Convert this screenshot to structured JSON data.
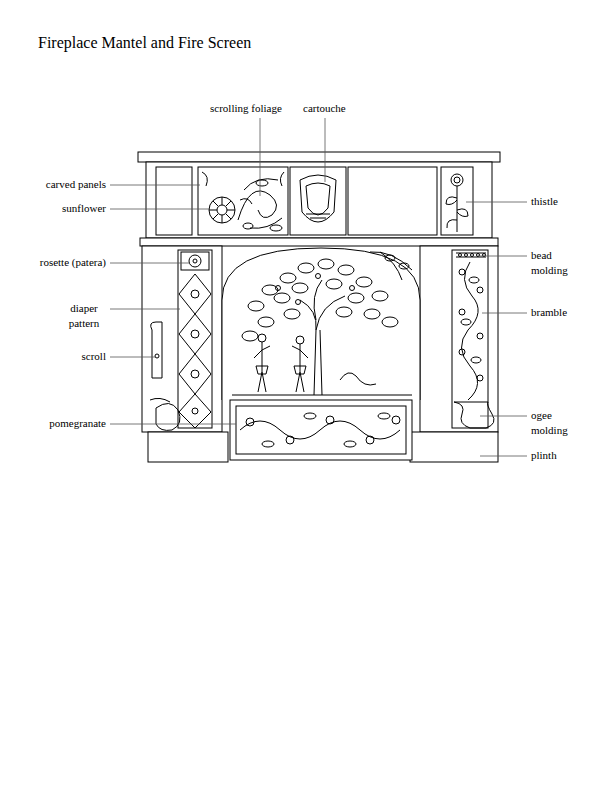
{
  "diagram": {
    "title": "Fireplace Mantel and Fire Screen",
    "labels": [
      "scrolling foliage",
      "cartouche",
      "carved panels",
      "sunflower",
      "thistle",
      "rosette (patera)",
      "bead molding",
      "diaper pattern",
      "bramble",
      "scroll",
      "ogee molding",
      "pomegranate",
      "plinth"
    ]
  }
}
